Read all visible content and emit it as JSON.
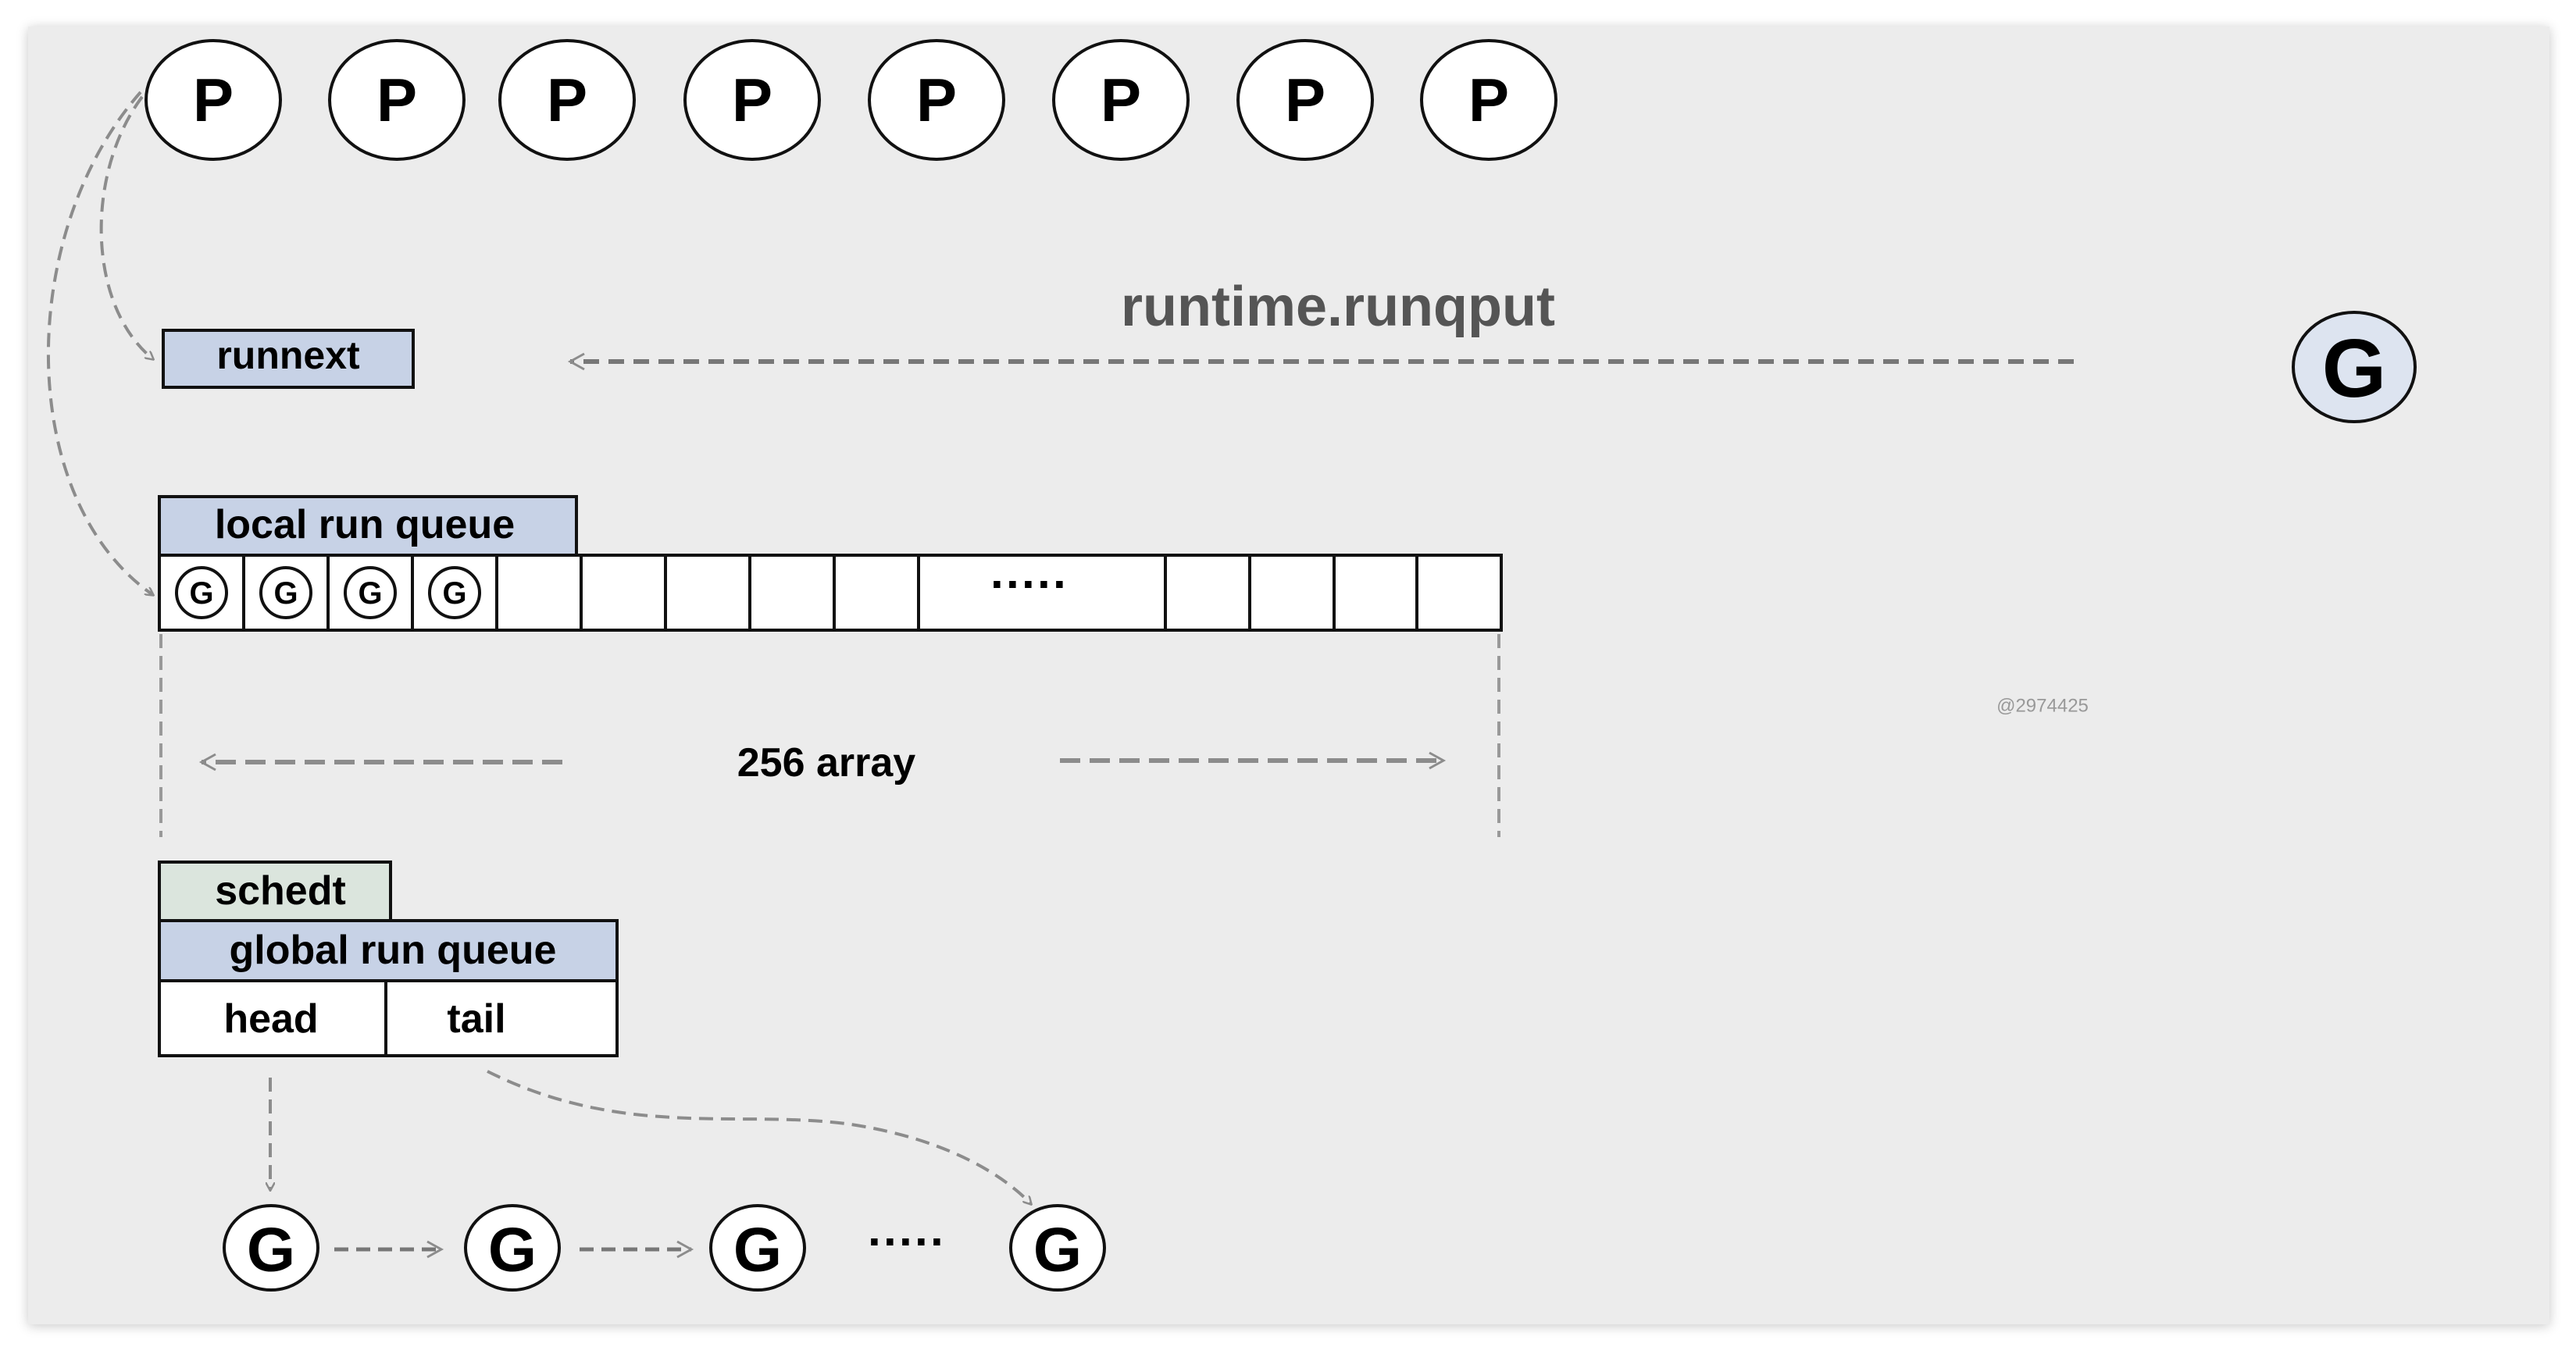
{
  "processors": [
    "P",
    "P",
    "P",
    "P",
    "P",
    "P",
    "P",
    "P"
  ],
  "runnext_label": "runnext",
  "function_label": "runtime.runqput",
  "new_goroutine": "G",
  "local_queue": {
    "title": "local run queue",
    "slot_glyph": "G",
    "filled_slots": 4,
    "ellipsis": "·····",
    "size_label": "256 array"
  },
  "watermark": "@2974425",
  "global": {
    "schedt_label": "schedt",
    "queue_title": "global run queue",
    "head_label": "head",
    "tail_label": "tail",
    "goroutines": [
      "G",
      "G",
      "G",
      "G"
    ],
    "ellipsis": "·····"
  },
  "colors": {
    "panel_bg": "#ececec",
    "header_blue": "#c7d2e6",
    "schedt_green": "#dbe5dd",
    "goroutine_fill": "#dde4f0",
    "arrow_gray": "#8c8c8c"
  }
}
